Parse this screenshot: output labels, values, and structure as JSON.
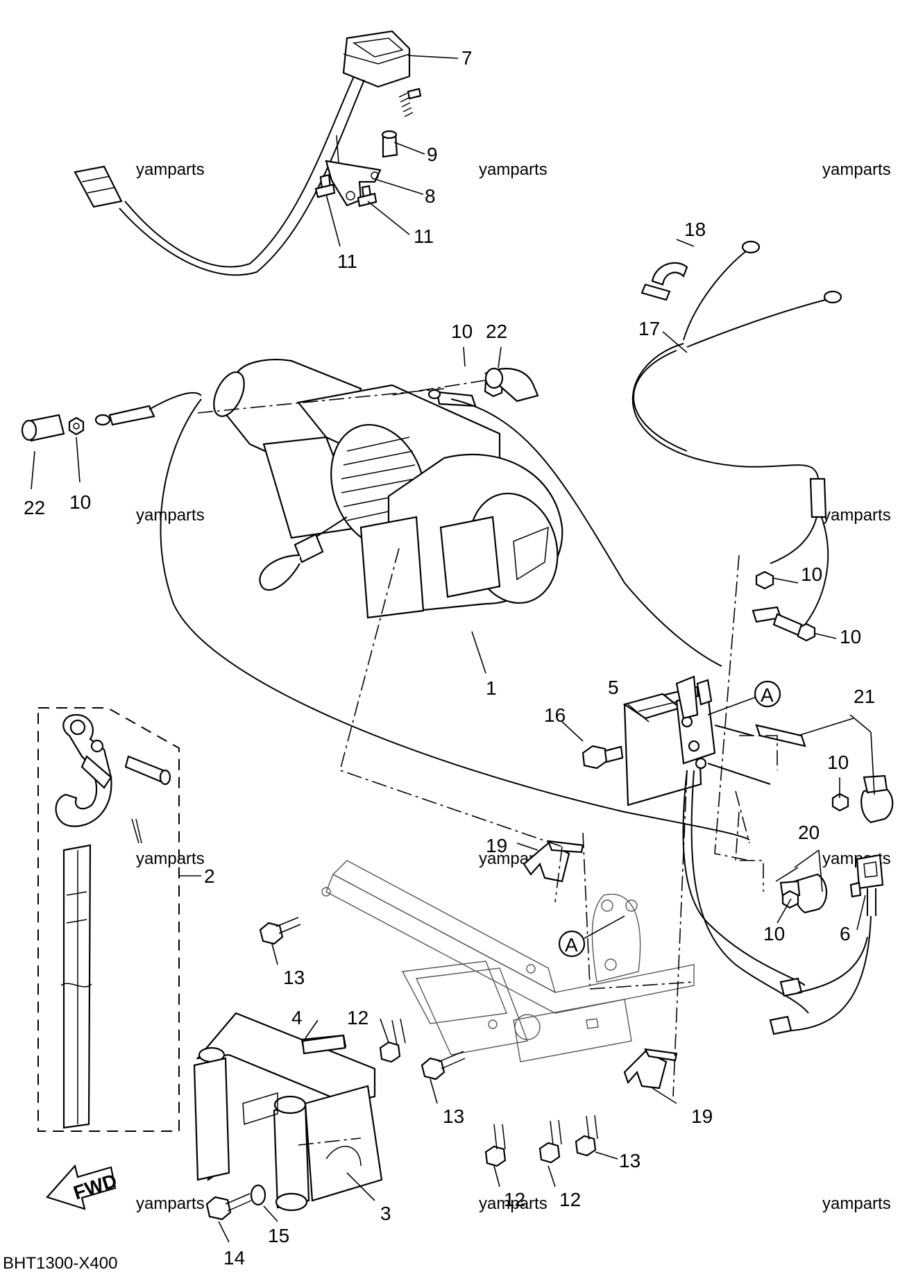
{
  "diagram": {
    "code": "BHT1300-X400",
    "fwd_label": "FWD",
    "watermark": "yamparts",
    "callout_letter": "A",
    "part_labels": [
      {
        "id": "p7",
        "text": "7"
      },
      {
        "id": "p9",
        "text": "9"
      },
      {
        "id": "p8",
        "text": "8"
      },
      {
        "id": "p11a",
        "text": "11"
      },
      {
        "id": "p11b",
        "text": "11"
      },
      {
        "id": "p18",
        "text": "18"
      },
      {
        "id": "p17",
        "text": "17"
      },
      {
        "id": "p10a",
        "text": "10"
      },
      {
        "id": "p22a",
        "text": "22"
      },
      {
        "id": "p22b",
        "text": "22"
      },
      {
        "id": "p10b",
        "text": "10"
      },
      {
        "id": "p10c",
        "text": "10"
      },
      {
        "id": "p10d",
        "text": "10"
      },
      {
        "id": "p1",
        "text": "1"
      },
      {
        "id": "p5",
        "text": "5"
      },
      {
        "id": "p21",
        "text": "21"
      },
      {
        "id": "p16",
        "text": "16"
      },
      {
        "id": "p10e",
        "text": "10"
      },
      {
        "id": "p19a",
        "text": "19"
      },
      {
        "id": "p20",
        "text": "20"
      },
      {
        "id": "p2",
        "text": "2"
      },
      {
        "id": "p10f",
        "text": "10"
      },
      {
        "id": "p6",
        "text": "6"
      },
      {
        "id": "p13a",
        "text": "13"
      },
      {
        "id": "p4",
        "text": "4"
      },
      {
        "id": "p12a",
        "text": "12"
      },
      {
        "id": "p13b",
        "text": "13"
      },
      {
        "id": "p19b",
        "text": "19"
      },
      {
        "id": "p13c",
        "text": "13"
      },
      {
        "id": "p12b",
        "text": "12"
      },
      {
        "id": "p12c",
        "text": "12"
      },
      {
        "id": "p3",
        "text": "3"
      },
      {
        "id": "p15",
        "text": "15"
      },
      {
        "id": "p14",
        "text": "14"
      }
    ]
  }
}
